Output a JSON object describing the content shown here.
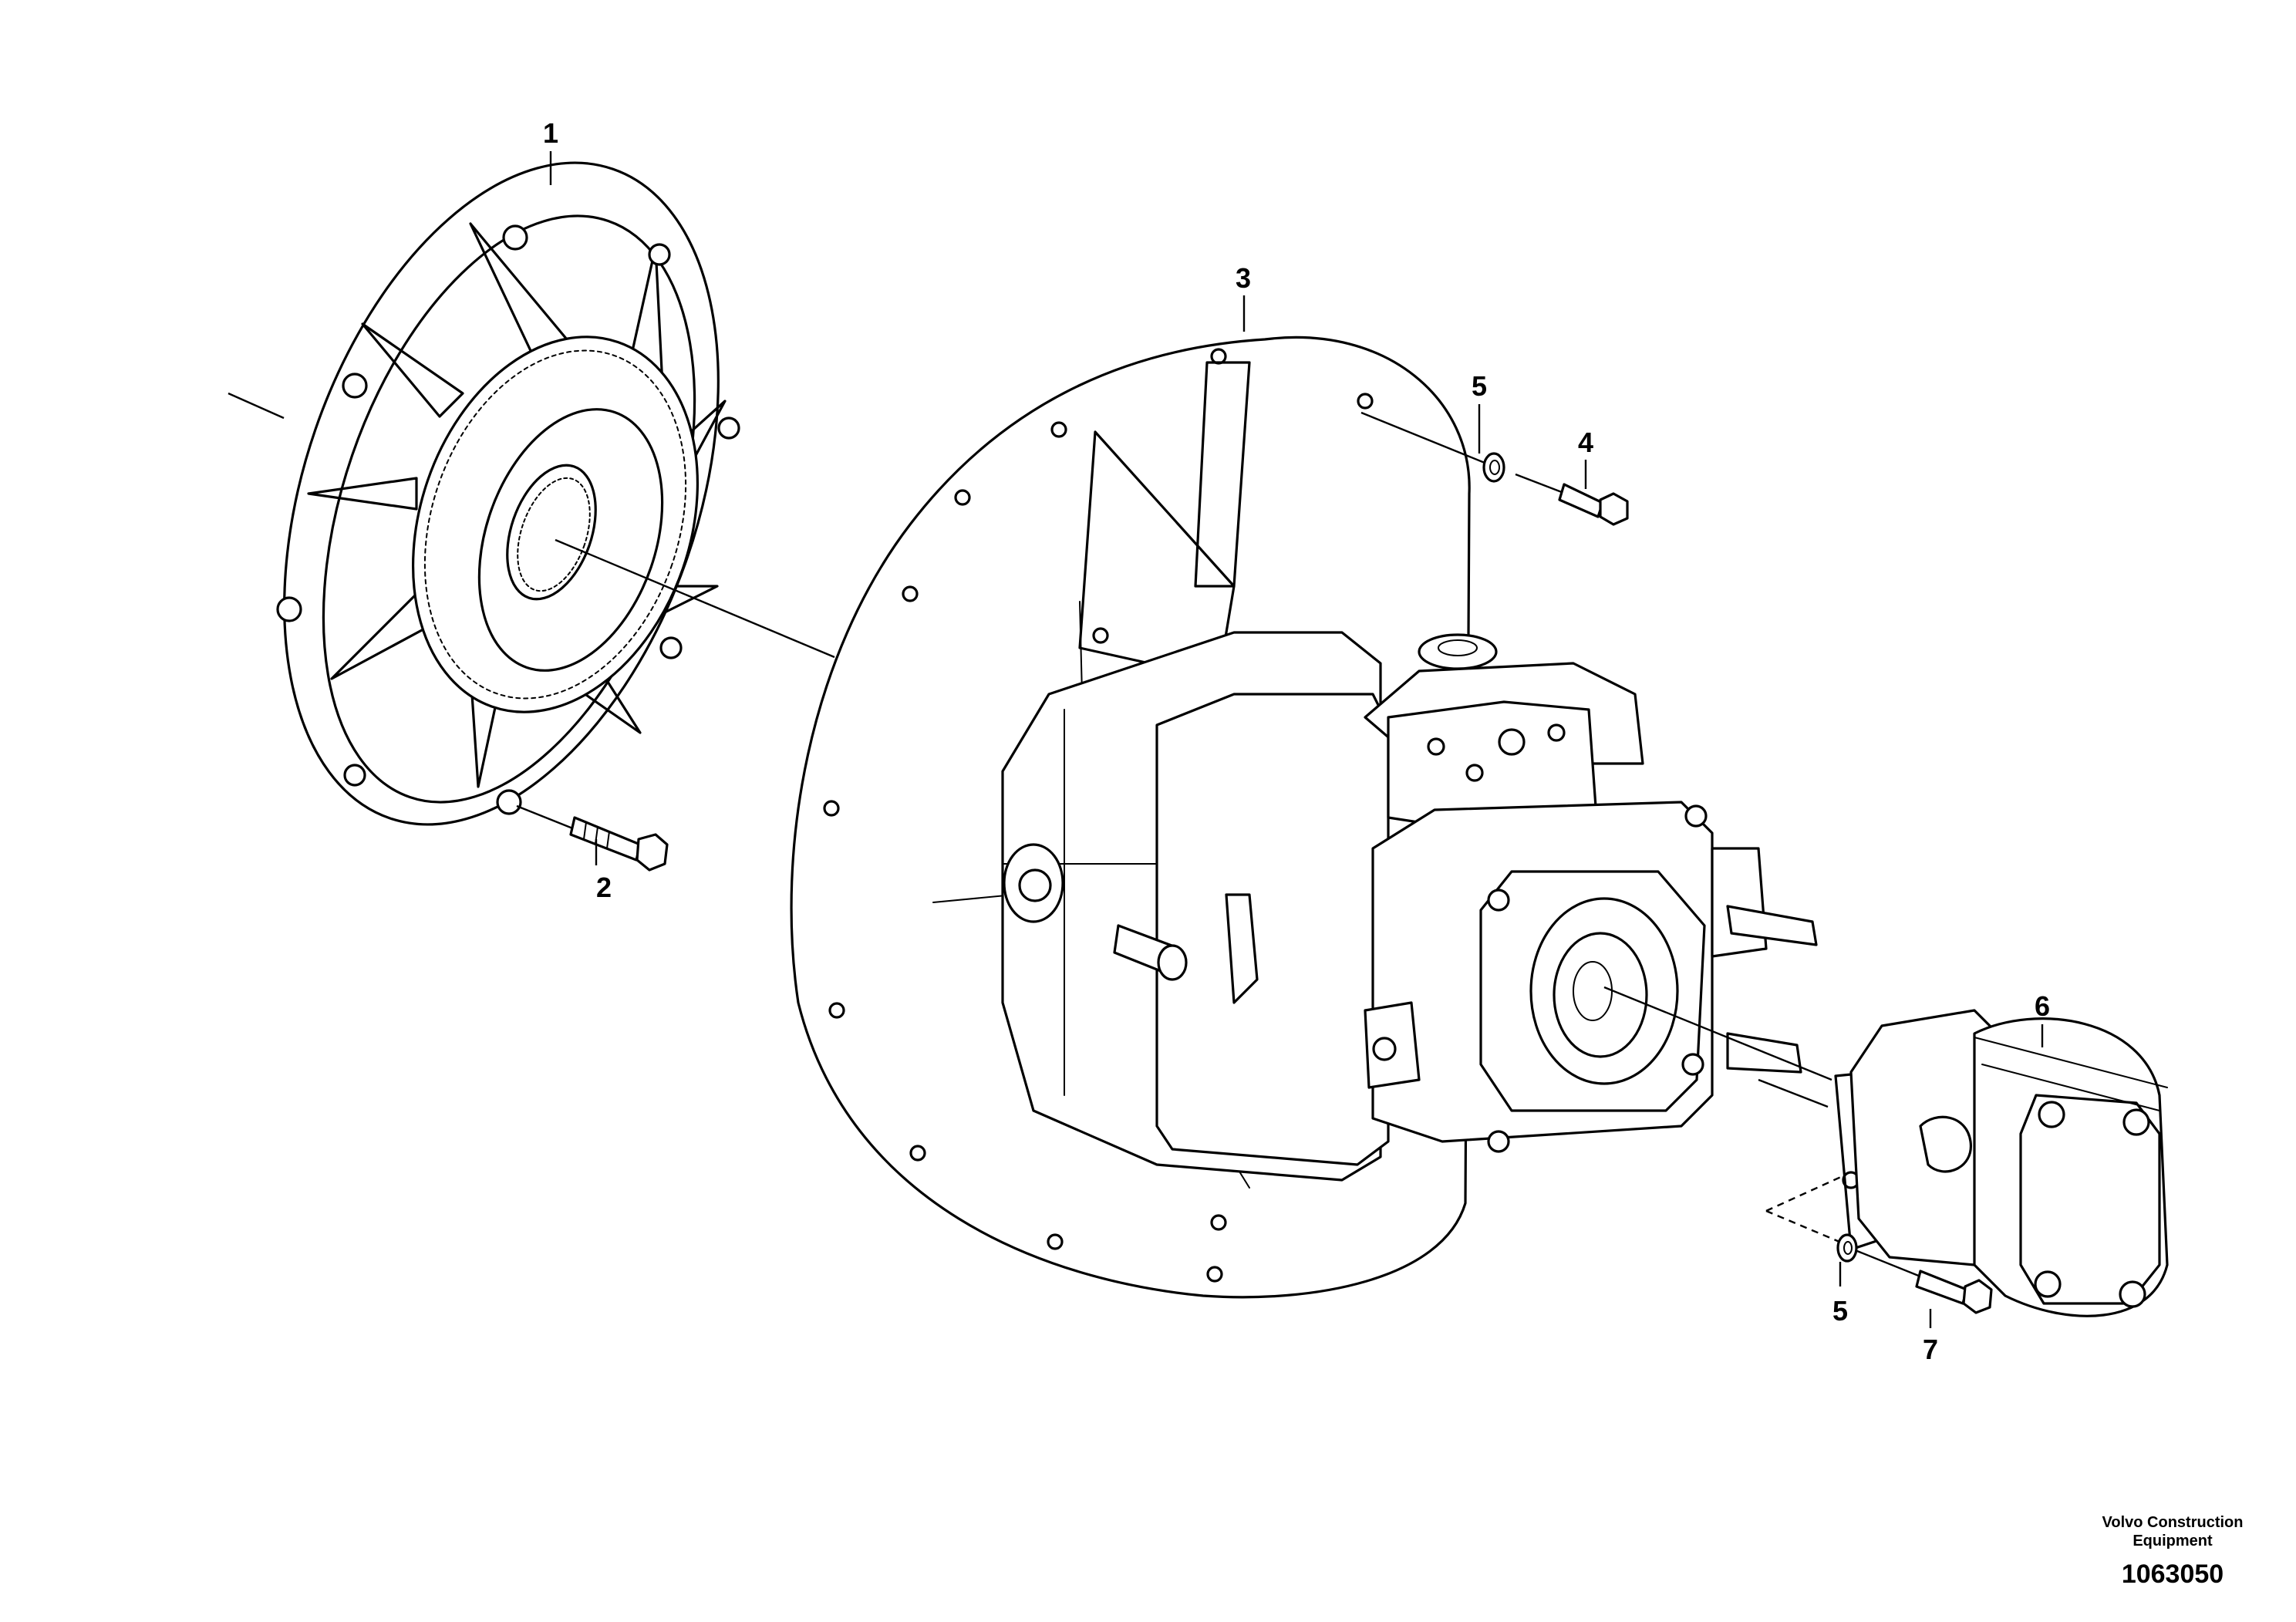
{
  "callouts": [
    {
      "id": "p1",
      "label": "1"
    },
    {
      "id": "p2",
      "label": "2"
    },
    {
      "id": "p3",
      "label": "3"
    },
    {
      "id": "p4",
      "label": "4"
    },
    {
      "id": "p5a",
      "label": "5"
    },
    {
      "id": "p5b",
      "label": "5"
    },
    {
      "id": "p6",
      "label": "6"
    },
    {
      "id": "p7",
      "label": "7"
    }
  ],
  "footer": {
    "credit_line1": "Volvo Construction",
    "credit_line2": "Equipment",
    "doc_number": "1063050"
  }
}
